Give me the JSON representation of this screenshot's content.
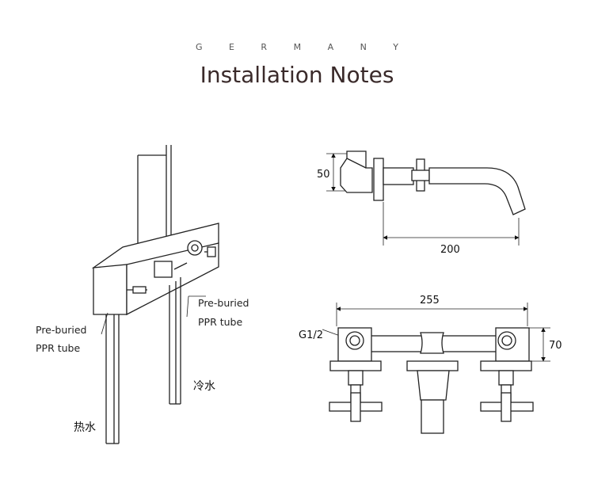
{
  "header": {
    "brand": "G E R M A N Y",
    "title": "Installation Notes"
  },
  "left_diagram": {
    "label_right_1": "Pre-buried",
    "label_right_2": "PPR tube",
    "label_left_1": "Pre-buried",
    "label_left_2": "PPR tube",
    "cold_water": "冷水",
    "hot_water": "热水"
  },
  "side_view": {
    "height_dim": "50",
    "spout_dim": "200"
  },
  "front_view": {
    "width_dim": "255",
    "height_dim": "70",
    "thread_label": "G1/2"
  }
}
